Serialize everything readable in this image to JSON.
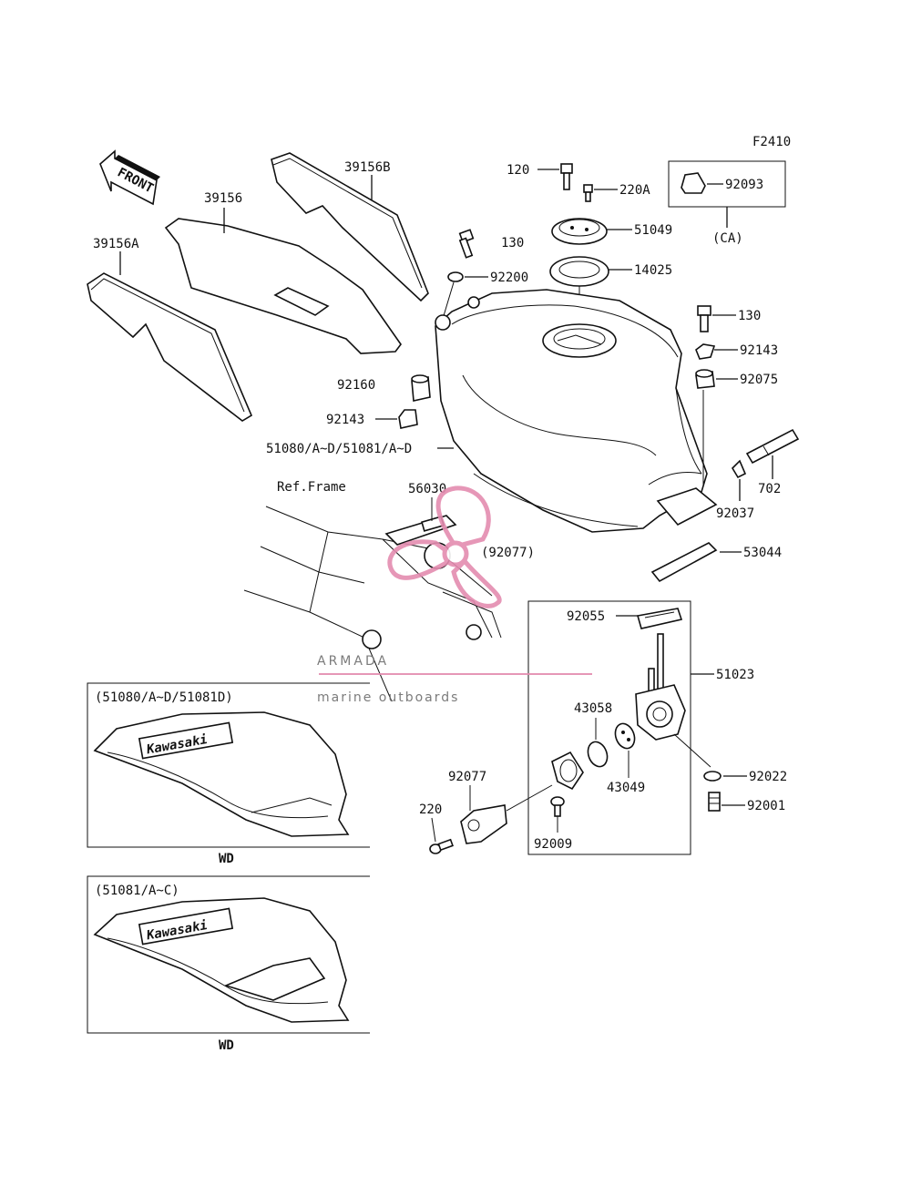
{
  "figure_code": "F2410",
  "front_label": "FRONT",
  "ref_frame_label": "Ref.Frame",
  "part_labels": {
    "p39156B": "39156B",
    "p39156": "39156",
    "p39156A": "39156A",
    "p120": "120",
    "p220A": "220A",
    "p92093": "92093",
    "pCA": "(CA)",
    "p51049": "51049",
    "p130a": "130",
    "p92200": "92200",
    "p14025": "14025",
    "p130b": "130",
    "p92143a": "92143",
    "p92075": "92075",
    "p92160": "92160",
    "p92143b": "92143",
    "p51080": "51080/A~D/51081/A~D",
    "p702": "702",
    "p56030": "56030",
    "p92037": "92037",
    "p92077a": "(92077)",
    "p53044": "53044",
    "p92055": "92055",
    "p51023": "51023",
    "p43058": "43058",
    "p92077b": "92077",
    "p43049": "43049",
    "p92022": "92022",
    "p220": "220",
    "p92001": "92001",
    "p92009": "92009"
  },
  "inset_top": {
    "title": "(51080/A~D/51081D)",
    "caption": "WD",
    "logo_text": "Kawasaki"
  },
  "inset_bottom": {
    "title": "(51081/A~C)",
    "caption": "WD",
    "logo_text": "Kawasaki"
  },
  "watermark": {
    "brand": "ARMADA",
    "tagline": "marine outboards",
    "logo_color": "#e48cb0",
    "text_color": "#6d6d6d"
  }
}
